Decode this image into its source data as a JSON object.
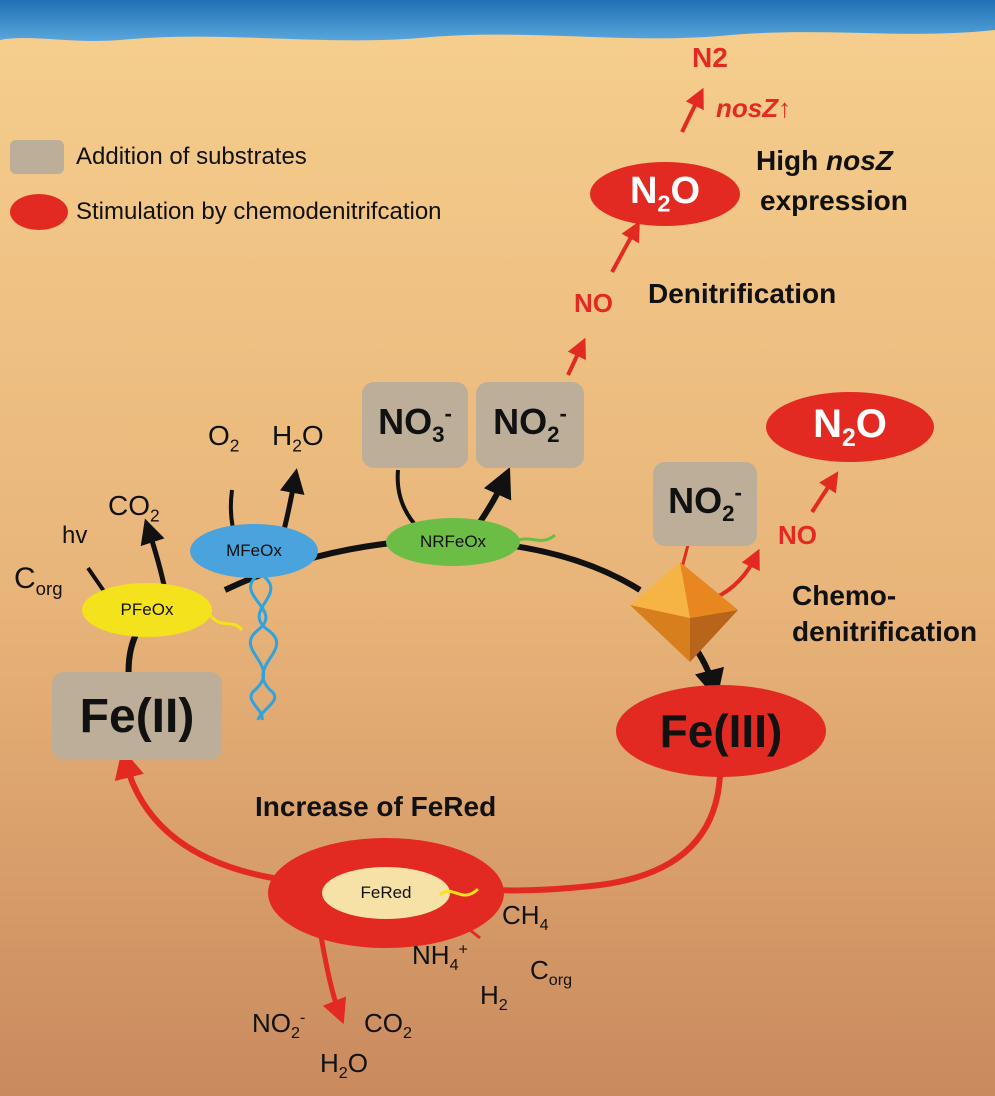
{
  "legend": {
    "substrates": "Addition of substrates",
    "chemo": "Stimulation by chemodenitrifcation"
  },
  "labels": {
    "fe2": "Fe(II)",
    "fe3": "Fe(III)",
    "increase": "Increase of FeRed",
    "denitrification": "Denitrification",
    "high": "High",
    "nosz": "nosZ",
    "expression": "expression",
    "chemo1": "Chemo-",
    "chemo2": "denitrification",
    "nosz_up": "nosZ",
    "arrow_up": "↑",
    "n2": "N2",
    "no": "NO",
    "hv": "hv"
  },
  "cells": {
    "pfeox": "PFeOx",
    "mfeox": "MFeOx",
    "nrfeox": "NRFeOx",
    "fered": "FeRed"
  },
  "chem": {
    "C": "C",
    "org": "org",
    "CO": "CO",
    "two": "2",
    "O": "O",
    "H": "H",
    "N": "N",
    "three": "3",
    "minus": "-",
    "NH": "NH",
    "four": "4",
    "plus": "+",
    "CH": "CH"
  },
  "colors": {
    "red": "#e32a22",
    "gray_box": "#bcae98",
    "pfeox": "#f3e21c",
    "mfeox": "#4aa3dc",
    "nrfeox": "#6cbd45",
    "fered_inner": "#f6e2a7",
    "mineral": "#f29a2e"
  }
}
